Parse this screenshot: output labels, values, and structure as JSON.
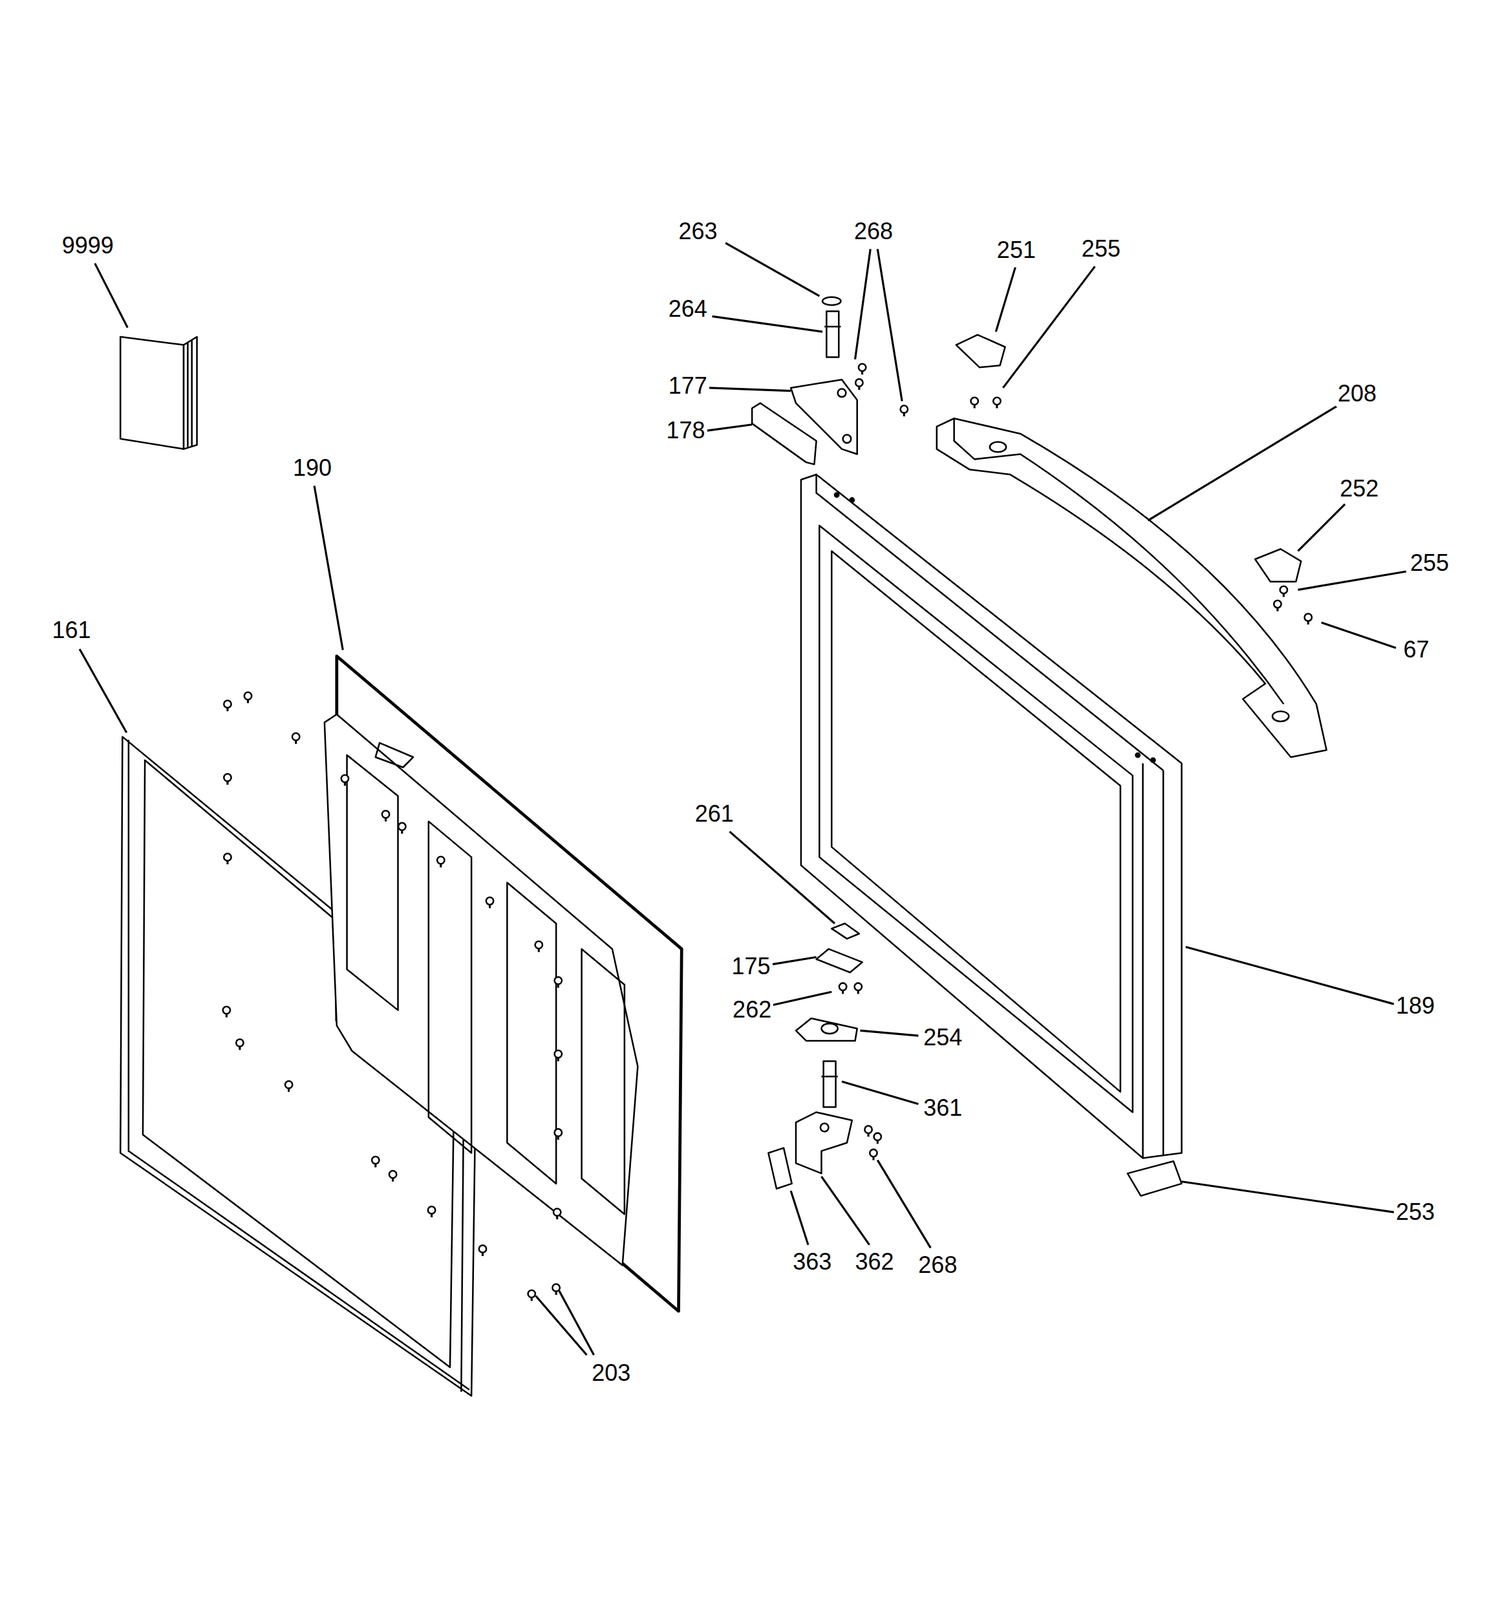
{
  "diagram": {
    "labels": [
      "9999",
      "263",
      "268",
      "251",
      "255",
      "264",
      "177",
      "178",
      "208",
      "190",
      "252",
      "255",
      "161",
      "67",
      "261",
      "175",
      "189",
      "262",
      "254",
      "361",
      "253",
      "363",
      "362",
      "268",
      "203"
    ]
  }
}
